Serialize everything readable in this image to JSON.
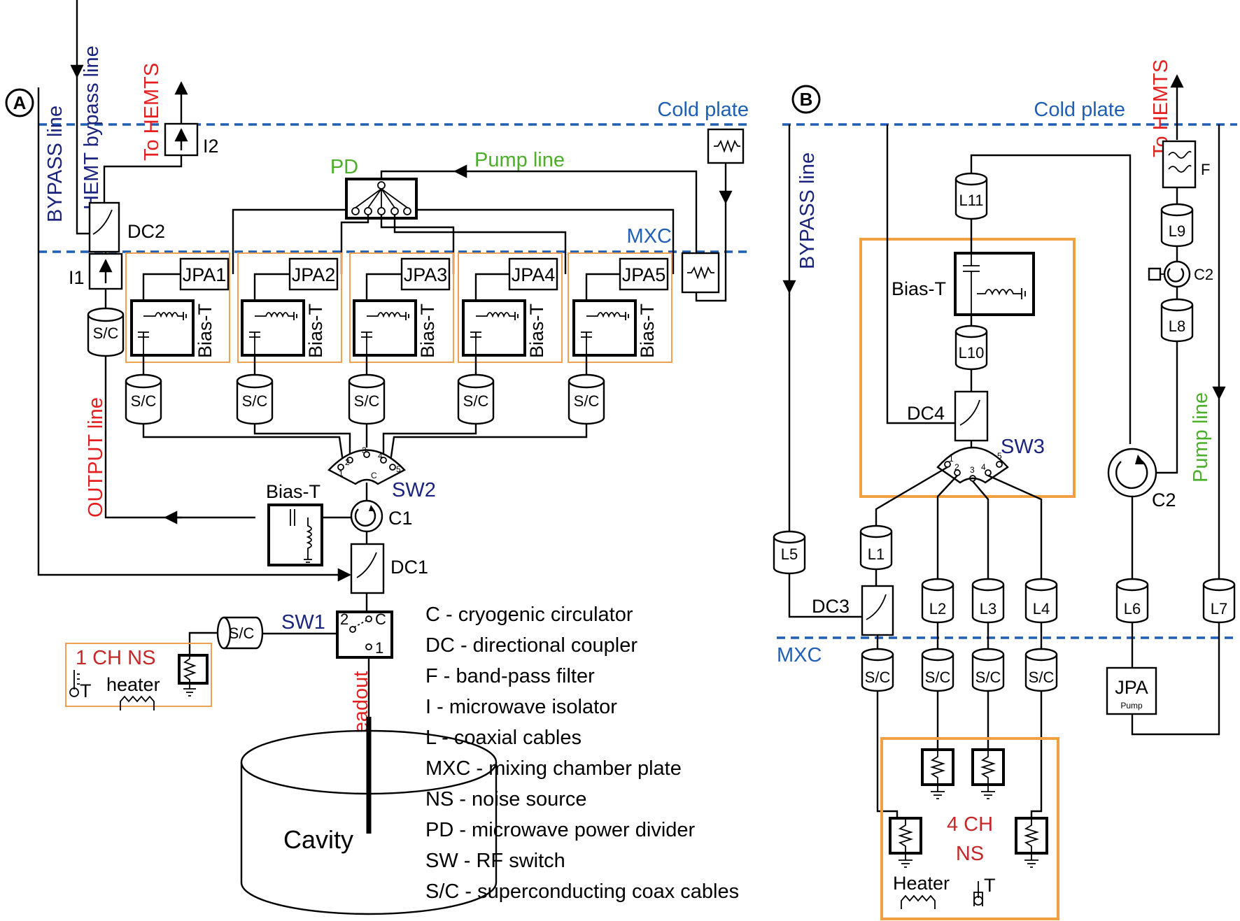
{
  "panels": {
    "a": "A",
    "b": "B"
  },
  "levels": {
    "cold_plate": "Cold plate",
    "mxc": "MXC"
  },
  "lines": {
    "bypass": "BYPASS line",
    "hemt_bypass": "HEMT bypass line",
    "to_hemts": "To HEMTS",
    "output": "OUTPUT line",
    "pump": "Pump line",
    "readout": "readout"
  },
  "components_a": {
    "pd": "PD",
    "dc1": "DC1",
    "dc2": "DC2",
    "i1": "I1",
    "i2": "I2",
    "c1": "C1",
    "sw1": "SW1",
    "sw2": "SW2",
    "bias_t": "Bias-T",
    "jpas": [
      "JPA1",
      "JPA2",
      "JPA3",
      "JPA4",
      "JPA5"
    ],
    "sc": "S/C",
    "ns": "1 CH NS",
    "heater": "heater",
    "temp": "T",
    "cavity": "Cavity",
    "sw1_ports": [
      "2",
      "C",
      "1"
    ],
    "sw2_ports": [
      "1",
      "2",
      "3",
      "4",
      "5",
      "C"
    ]
  },
  "components_b": {
    "dc3": "DC3",
    "dc4": "DC4",
    "sw3": "SW3",
    "c2": "C2",
    "f": "F",
    "bias_t": "Bias-T",
    "cables": [
      "L1",
      "L2",
      "L3",
      "L4",
      "L5",
      "L6",
      "L7",
      "L8",
      "L9",
      "L10",
      "L11"
    ],
    "sc": "S/C",
    "jpa": "JPA",
    "jpa_sub": "Pump",
    "ns": [
      "4 CH",
      "NS"
    ],
    "heater": "Heater",
    "temp": "T",
    "sw3_ports": [
      "1",
      "2",
      "3",
      "4",
      "5"
    ]
  },
  "legend": [
    "C - cryogenic circulator",
    "DC - directional coupler",
    "F - band-pass filter",
    "I - microwave isolator",
    "L - coaxial cables",
    "MXC - mixing chamber plate",
    "NS - noise source",
    "PD - microwave power divider",
    "SW - RF switch",
    "S/C - superconducting coax cables"
  ],
  "colors": {
    "level_lines": "#1f5fb5",
    "navy_labels": "#1a237e",
    "red_labels": "#e32020",
    "green_labels": "#4caf2a",
    "orange_boxes": "#f0a050"
  }
}
